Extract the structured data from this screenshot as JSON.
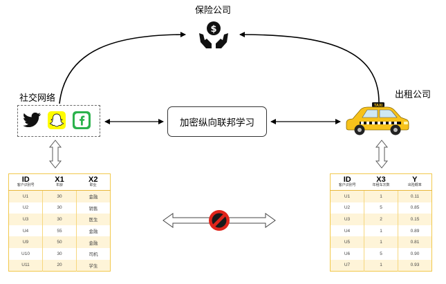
{
  "nodes": {
    "insurer_label": "保险公司",
    "social_label": "社交网络",
    "taxi_label": "出租公司",
    "center_label": "加密纵向联邦学习",
    "taxi_sign": "TAXI"
  },
  "left_table": {
    "headers": [
      {
        "title": "ID",
        "sub": "客户识别号"
      },
      {
        "title": "X1",
        "sub": "年龄"
      },
      {
        "title": "X2",
        "sub": "职业"
      }
    ],
    "rows": [
      [
        "U1",
        "30",
        "金融"
      ],
      [
        "U2",
        "30",
        "销售"
      ],
      [
        "U3",
        "30",
        "医生"
      ],
      [
        "U4",
        "55",
        "金融"
      ],
      [
        "U9",
        "50",
        "金融"
      ],
      [
        "U10",
        "30",
        "司机"
      ],
      [
        "U11",
        "20",
        "学生"
      ]
    ]
  },
  "right_table": {
    "headers": [
      {
        "title": "ID",
        "sub": "客户识别号"
      },
      {
        "title": "X3",
        "sub": "年租车次数"
      },
      {
        "title": "Y",
        "sub": "出险概率"
      }
    ],
    "rows": [
      [
        "U1",
        "1",
        "0.11"
      ],
      [
        "U2",
        "5",
        "0.85"
      ],
      [
        "U3",
        "2",
        "0.15"
      ],
      [
        "U4",
        "1",
        "0.89"
      ],
      [
        "U5",
        "1",
        "0.81"
      ],
      [
        "U6",
        "5",
        "0.90"
      ],
      [
        "U7",
        "1",
        "0.93"
      ]
    ]
  },
  "icons": {
    "insurer": "hands-dollar-icon",
    "twitter": "twitter-bird-icon",
    "snapchat": "snapchat-ghost-icon",
    "feedly": "feedly-icon",
    "taxi": "taxi-car-icon",
    "prohibited": "no-entry-icon"
  },
  "colors": {
    "table_header_border": "#e8b63b",
    "table_stripe": "#fef4d8",
    "snapchat_yellow": "#fffc00",
    "feedly_green": "#2bb24c",
    "taxi_yellow": "#f7c21b",
    "no_entry_red": "#e0251b"
  }
}
